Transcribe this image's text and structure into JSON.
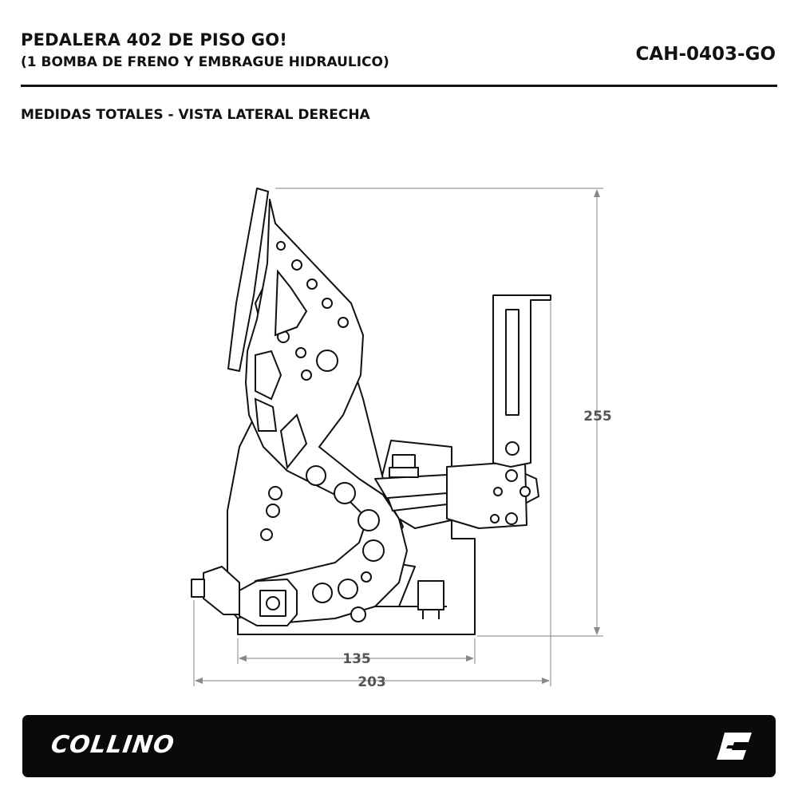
{
  "header": {
    "title": "PEDALERA 402 DE PISO GO!",
    "subtitle": "(1 BOMBA DE FRENO Y EMBRAGUE HIDRAULICO)",
    "code": "CAH-0403-GO"
  },
  "view_title": "MEDIDAS TOTALES - VISTA LATERAL DERECHA",
  "dimensions": {
    "height": "255",
    "base_length": "135",
    "total_length": "203"
  },
  "footer": {
    "brand": "COLLINO",
    "logo_icon": "collino-c-logo-icon"
  }
}
